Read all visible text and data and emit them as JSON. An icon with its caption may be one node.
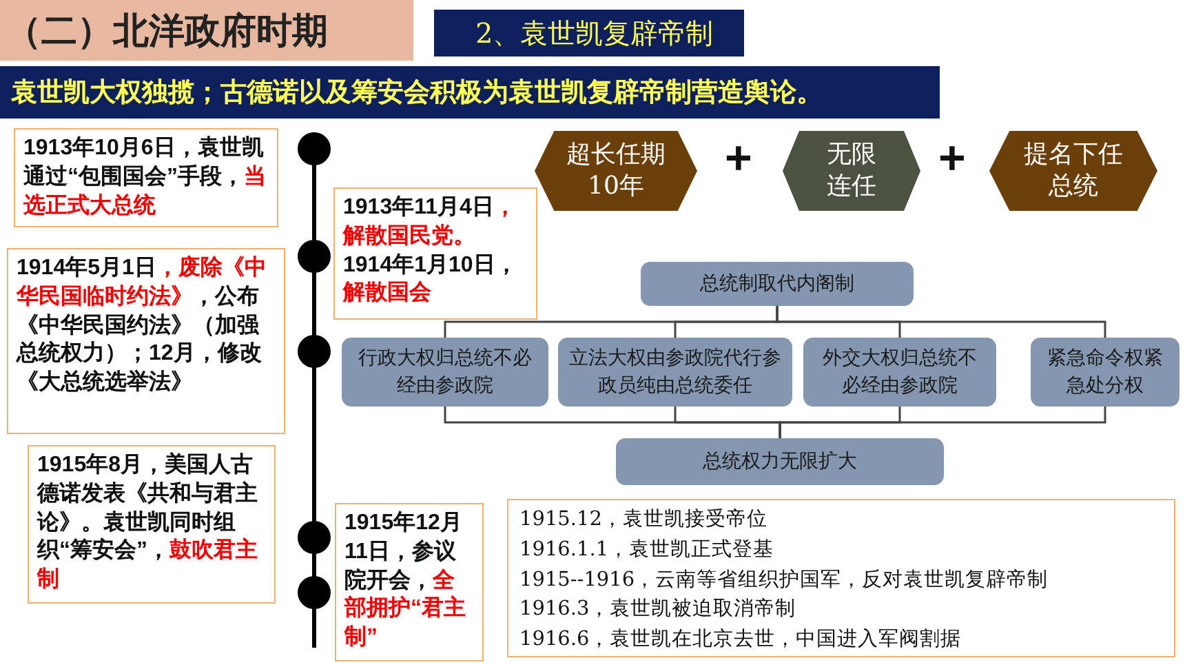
{
  "diagram": {
    "title": "（二）北洋政府时期",
    "nodes": [
      {
        "text": [
          "2、袁世凯复辟帝制"
        ]
      },
      {
        "text": [
          "袁世凯大权独揽；古德诺以及筹安会积极为袁世凯复辟帝制营造舆论。"
        ]
      },
      {
        "text": [
          "1913年10月6日，袁世凯通过“包围国会”手段，",
          "当选正式大总统"
        ]
      },
      {
        "text": [
          "超长任期10年"
        ]
      },
      {
        "text": [
          "无限连任"
        ]
      },
      {
        "text": [
          "提名下任总统"
        ]
      },
      {
        "text": [
          "1913年11月4日",
          "，解散国民党。",
          "1914年1月10日，",
          "解散国会"
        ]
      },
      {
        "text": [
          "1914年5月1日",
          "，废除《中华民国临时约法》",
          "，公布《中华民国约法》（加强总统权力）；12月，修改《大总统选举法》"
        ]
      },
      {
        "text": [
          "总统制取代内阁制"
        ]
      },
      {
        "text": [
          "行政大权归总统不必经由参政院"
        ]
      },
      {
        "text": [
          "立法大权由参政院代行参政员纯由总统委任"
        ]
      },
      {
        "text": [
          "外交大权归总统不必经由参政院"
        ]
      },
      {
        "text": [
          "紧急命令权紧急处分权"
        ]
      },
      {
        "text": [
          "总统权力无限扩大"
        ]
      },
      {
        "text": [
          "1915年8月，美国人古德诺发表《共和与君主论》。袁世凯同时组织“筹安会”，",
          "鼓吹君主制"
        ]
      },
      {
        "text": [
          "1915年12月11日，参议院开会，",
          "全部拥护“君主制”"
        ]
      },
      {
        "text": [
          "1915.12，袁世凯接受帝位",
          "1916.1.1，袁世凯正式登基",
          "1915--1916，云南等省组织护国军，反对袁世凯复辟帝制",
          "1916.3，袁世凯被迫取消帝制",
          "1916.6，袁世凯在北京去世，中国进入军阀割据"
        ]
      }
    ],
    "edges": [
      {
        "from": 8,
        "to": 9,
        "arrow": "none"
      },
      {
        "from": 8,
        "to": 10,
        "arrow": "none"
      },
      {
        "from": 8,
        "to": 11,
        "arrow": "none"
      },
      {
        "from": 8,
        "to": 12,
        "arrow": "none"
      },
      {
        "from": 9,
        "to": 13,
        "arrow": "none"
      },
      {
        "from": 10,
        "to": 13,
        "arrow": "none"
      },
      {
        "from": 11,
        "to": 13,
        "arrow": "none"
      },
      {
        "from": 12,
        "to": 13,
        "arrow": "none"
      }
    ],
    "labels": [
      "+",
      "+"
    ]
  }
}
